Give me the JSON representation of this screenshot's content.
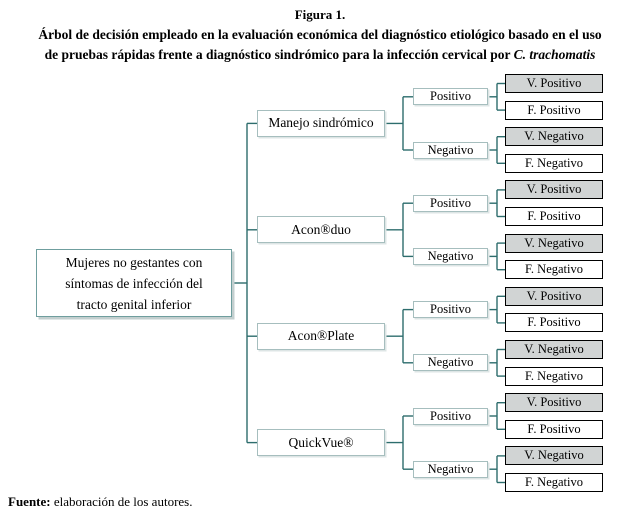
{
  "title": {
    "label": "Figura 1.",
    "line1": "Árbol de decisión empleado en la evaluación económica del diagnóstico etiológico basado en el uso",
    "line2_prefix": "de pruebas rápidas frente a diagnóstico sindrómico para la infección cervical por ",
    "line2_italic": "C. trachomatis"
  },
  "colors": {
    "connector": "#2d6d6d",
    "node_border": "#a6bebe",
    "root_border": "#6f9e9e",
    "outcome_border": "#000000",
    "shaded_fill": "#d1d4d4",
    "plain_fill": "#ffffff"
  },
  "tree": {
    "root": {
      "lines": [
        "Mujeres no gestantes con",
        "síntomas de infección del",
        "tracto genital inferior"
      ]
    },
    "branches": [
      {
        "label": "Manejo sindrómico",
        "results": [
          {
            "label": "Positivo",
            "outcomes": [
              {
                "label": "V. Positivo",
                "shaded": true
              },
              {
                "label": "F. Positivo",
                "shaded": false
              }
            ]
          },
          {
            "label": "Negativo",
            "outcomes": [
              {
                "label": "V. Negativo",
                "shaded": true
              },
              {
                "label": "F. Negativo",
                "shaded": false
              }
            ]
          }
        ]
      },
      {
        "label": "Acon®duo",
        "results": [
          {
            "label": "Positivo",
            "outcomes": [
              {
                "label": "V. Positivo",
                "shaded": true
              },
              {
                "label": "F. Positivo",
                "shaded": false
              }
            ]
          },
          {
            "label": "Negativo",
            "outcomes": [
              {
                "label": "V. Negativo",
                "shaded": true
              },
              {
                "label": "F. Negativo",
                "shaded": false
              }
            ]
          }
        ]
      },
      {
        "label": "Acon®Plate",
        "results": [
          {
            "label": "Positivo",
            "outcomes": [
              {
                "label": "V. Positivo",
                "shaded": true
              },
              {
                "label": "F. Positivo",
                "shaded": false
              }
            ]
          },
          {
            "label": "Negativo",
            "outcomes": [
              {
                "label": "V. Negativo",
                "shaded": true
              },
              {
                "label": "F. Negativo",
                "shaded": false
              }
            ]
          }
        ]
      },
      {
        "label": "QuickVue®",
        "results": [
          {
            "label": "Positivo",
            "outcomes": [
              {
                "label": "V. Positivo",
                "shaded": true
              },
              {
                "label": "F. Positivo",
                "shaded": false
              }
            ]
          },
          {
            "label": "Negativo",
            "outcomes": [
              {
                "label": "V. Negativo",
                "shaded": true
              },
              {
                "label": "F. Negativo",
                "shaded": false
              }
            ]
          }
        ]
      }
    ]
  },
  "source": {
    "label": "Fuente:",
    "text": " elaboración de los autores."
  }
}
